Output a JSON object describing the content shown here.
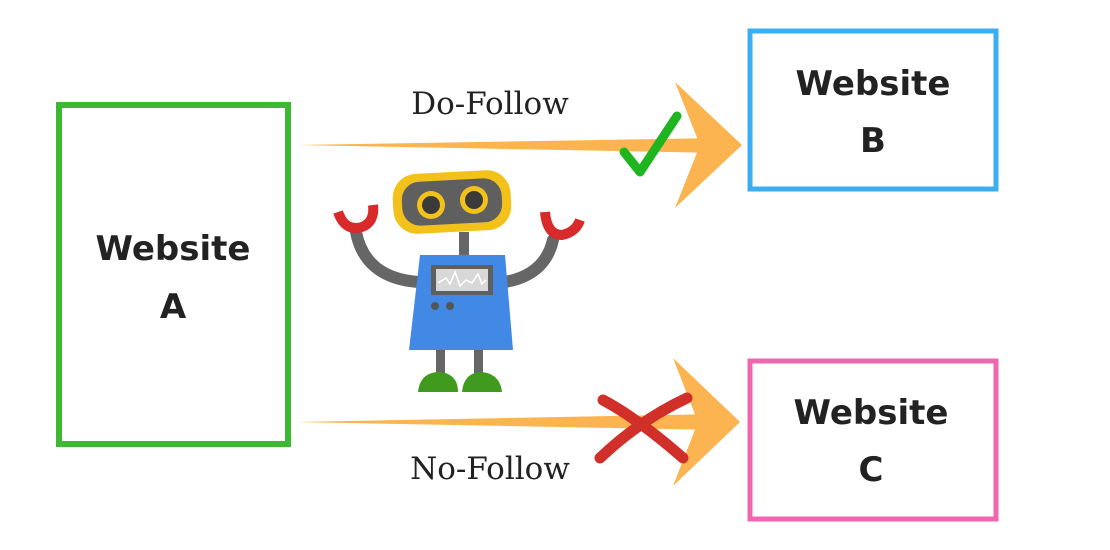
{
  "boxes": {
    "a": {
      "line1": "Website",
      "line2": "A",
      "color": "#3cb832"
    },
    "b": {
      "line1": "Website",
      "line2": "B",
      "color": "#3aaef0"
    },
    "c": {
      "line1": "Website",
      "line2": "C",
      "color": "#f067b0"
    }
  },
  "links": {
    "dofollow": {
      "label": "Do-Follow",
      "status_icon": "check-icon",
      "status_color": "#1fb51f"
    },
    "nofollow": {
      "label": "No-Follow",
      "status_icon": "cross-icon",
      "status_color": "#d02f2a"
    }
  },
  "colors": {
    "arrow": "#fbb450"
  }
}
